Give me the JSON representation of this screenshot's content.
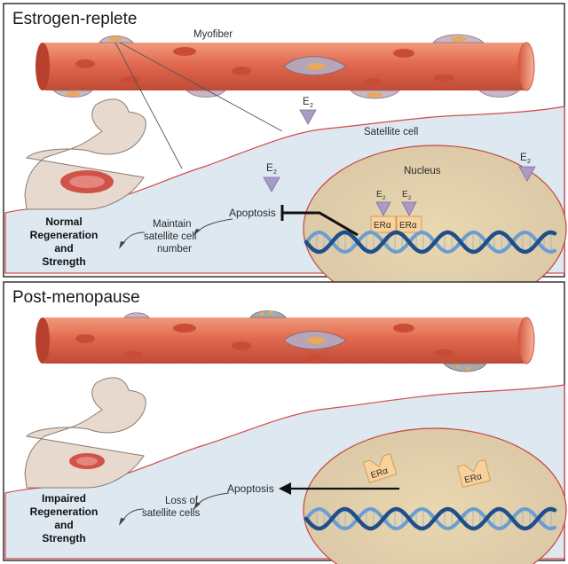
{
  "panels": [
    {
      "title": "Estrogen-replete",
      "myofiber_label": "Myofiber",
      "satellite_label": "Satellite cell",
      "nucleus_label": "Nucleus",
      "hormone": "E",
      "hormone_sub": "2",
      "receptor": "ERα",
      "apoptosis": "Apoptosis",
      "effect_lines": [
        "Maintain",
        "satellite cell",
        "number"
      ],
      "outcome_lines": [
        "Normal",
        "Regeneration",
        "and",
        "Strength"
      ]
    },
    {
      "title": "Post-menopause",
      "receptor": "ERα",
      "apoptosis": "Apoptosis",
      "effect_lines": [
        "Loss of",
        "satellite cells"
      ],
      "outcome_lines": [
        "Impaired",
        "Regeneration",
        "and",
        "Strength"
      ]
    }
  ],
  "colors": {
    "fiber": "#e2694f",
    "fiber_dark": "#b8412e",
    "cell": "#dde8f1",
    "cell_border": "#d44a4a",
    "nucleus": "#e6cfa2",
    "dna_a": "#1f4f8a",
    "dna_b": "#6a9dd0",
    "hormone": "#a99bc4",
    "receptor": "#f8d29a",
    "skin": "#e8d9ce"
  }
}
